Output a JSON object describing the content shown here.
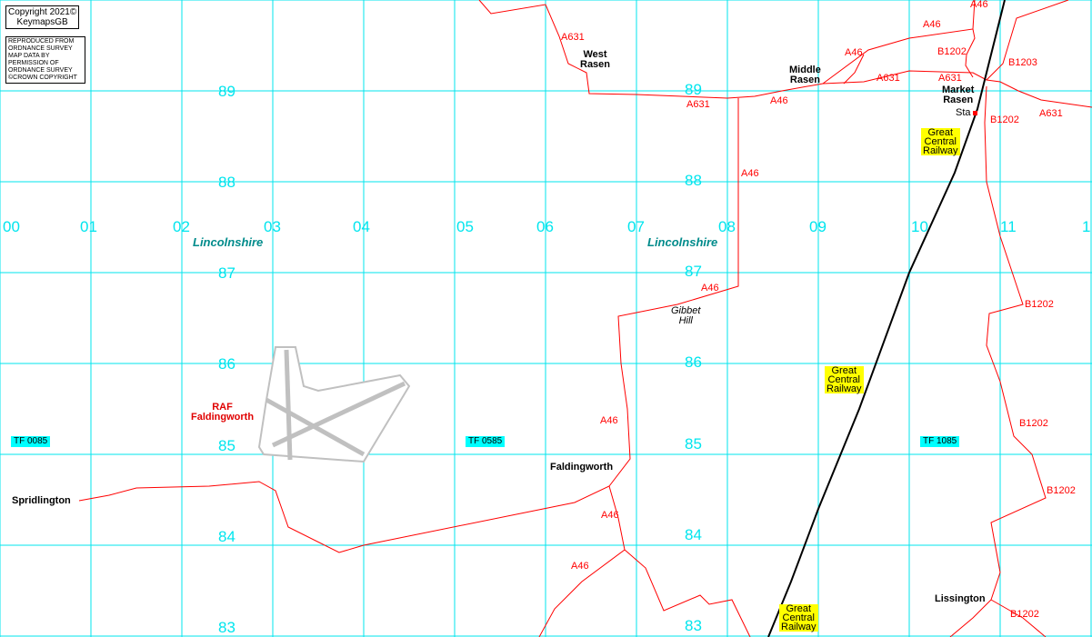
{
  "copyright": {
    "line1": "Copyright 2021©",
    "line2": "KeymapsGB",
    "notice": [
      "REPRODUCED FROM",
      "ORDNANCE SURVEY",
      "MAP DATA BY",
      "PERMISSION OF",
      "ORDNANCE SURVEY",
      "©CROWN COPYRIGHT"
    ]
  },
  "eastings": [
    "00",
    "01",
    "02",
    "03",
    "04",
    "05",
    "06",
    "07",
    "08",
    "09",
    "10",
    "11",
    "1"
  ],
  "northings": [
    "89",
    "88",
    "87",
    "86",
    "85",
    "84",
    "83"
  ],
  "counties": [
    "Lincolnshire",
    "Lincolnshire"
  ],
  "places": {
    "west_rasen": "West Rasen",
    "middle_rasen": "Middle Rasen",
    "market_rasen": "Market Rasen",
    "sta": "Sta",
    "gibbet_hill": "Gibbet Hill",
    "raf": "RAF Faldingworth",
    "faldingworth": "Faldingworth",
    "spridlington": "Spridlington",
    "lissington": "Lissington"
  },
  "railway": "Great Central Railway",
  "grid_refs": [
    "TF 0085",
    "TF 0585",
    "TF 1085"
  ],
  "road_labels": [
    "A631",
    "A631",
    "A631",
    "A631",
    "A46",
    "A46",
    "A46",
    "A46",
    "A46",
    "A46",
    "A46",
    "A46",
    "B1202",
    "B1202",
    "B1202",
    "B1202",
    "B1202",
    "B1202",
    "B1203"
  ],
  "colors": {
    "grid": "#00e5ee",
    "road": "#ff0000",
    "rail": "#000000",
    "airfield": "#c0c0c0"
  }
}
